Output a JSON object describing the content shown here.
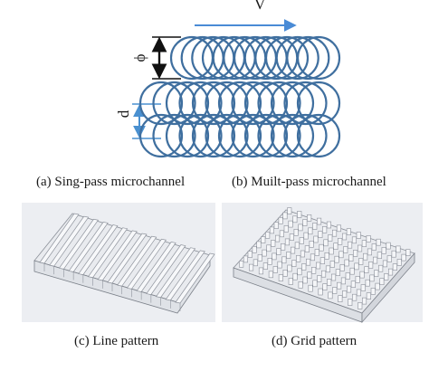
{
  "figure": {
    "top": {
      "velocity_symbol": "V",
      "phi_symbol": "ϕ",
      "d_symbol": "d",
      "caption_a": "(a) Sing-pass microchannel",
      "caption_b": "(b) Muilt-pass microchannel"
    },
    "bottom": {
      "caption_c": "(c)   Line pattern",
      "caption_d": "(d) Grid pattern"
    },
    "colors": {
      "ring": "#3f6f9f",
      "velocity_arrow": "#4a8bd6",
      "d_arrow": "#4a90d0",
      "phi_arrow": "#111111"
    },
    "rows": {
      "ring_rows": 3,
      "rings_per_row": 13
    }
  }
}
